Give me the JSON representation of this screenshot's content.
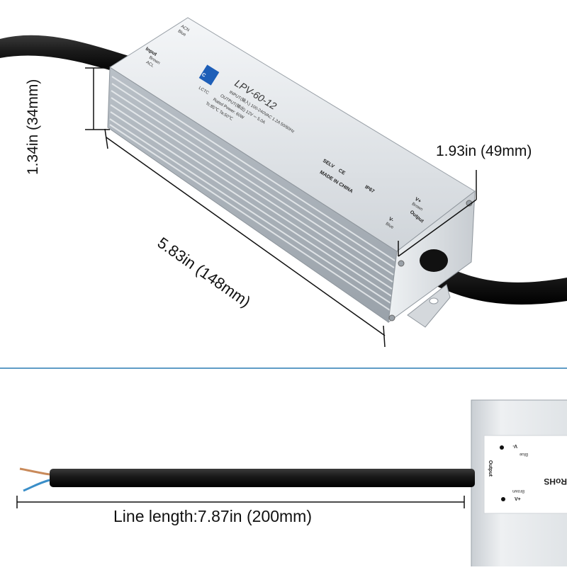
{
  "dimensions": {
    "height": "1.34in (34mm)",
    "width": "1.93in (49mm)",
    "length": "5.83in (148mm)",
    "line_length": "Line length:7.87in (200mm)"
  },
  "product_label": {
    "model": "LPV-60-12",
    "input_title": "Input",
    "input_wire_1": "ACN",
    "input_wire_1_color": "Blue",
    "input_wire_2": "ACL",
    "input_wire_2_color": "Brown",
    "output_title": "Output",
    "output_pos": "V+",
    "output_neg": "V-",
    "output_pos_color": "Brown",
    "output_neg_color": "Blue",
    "input_spec": "INPUT(输入)  100-240VAC  1.2A  50/60Hz",
    "output_spec": "OUTPUT(输出)  12V ⎓ 5.0A",
    "rated_power": "Rated Power:  60W",
    "temps": "Tc:85℃  Ta:50℃",
    "selv": "SELV",
    "ce": "CE",
    "ip": "IP67",
    "made_in": "MADE IN CHINA",
    "rohs": "RoHS",
    "brand": "LCTC"
  },
  "colors": {
    "divider": "#2a7bb3",
    "housing": "#d9dde1",
    "cable": "#1a1a1a",
    "brown_wire": "#c98a5a",
    "blue_wire": "#3a8ec8",
    "brand_blue": "#1e5fb8"
  }
}
